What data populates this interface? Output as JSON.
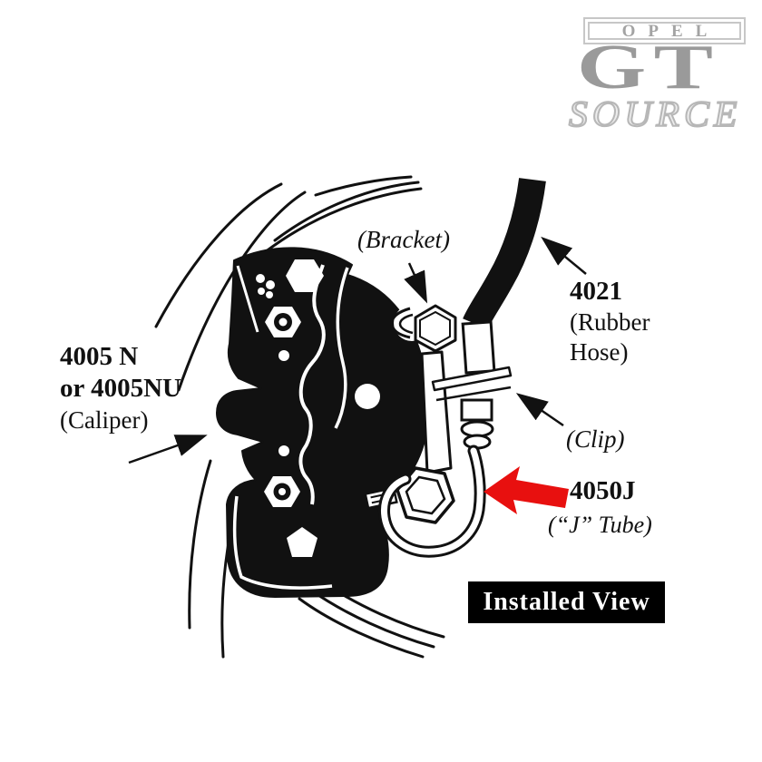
{
  "colors": {
    "ink": "#111111",
    "accent_red": "#e8100f",
    "logo_gray": "#9a9a9a",
    "logo_border": "#c7c7c7",
    "logo_letter": "#a3a3a3",
    "source_stroke": "#b7b7b7",
    "box_bg": "#000000",
    "box_fg": "#ffffff"
  },
  "logo": {
    "opel": "OPEL",
    "gt": "GT",
    "source": "SOURCE"
  },
  "diagram": {
    "caliper_label": {
      "line1": "4005 N",
      "line2": "or 4005NU",
      "line3": "(Caliper)"
    },
    "bracket_label": "(Bracket)",
    "hose_label": {
      "number": "4021",
      "line1": "(Rubber",
      "line2": "Hose)"
    },
    "clip_label": "(Clip)",
    "jtube_label": {
      "number": "4050J",
      "name": "(“J” Tube)"
    },
    "installed_view": "Installed View"
  },
  "icons": {
    "red_arrow": "thick-left-pointing-callout-arrow",
    "annotation_arrows": "thin-black-pointer-arrows"
  }
}
